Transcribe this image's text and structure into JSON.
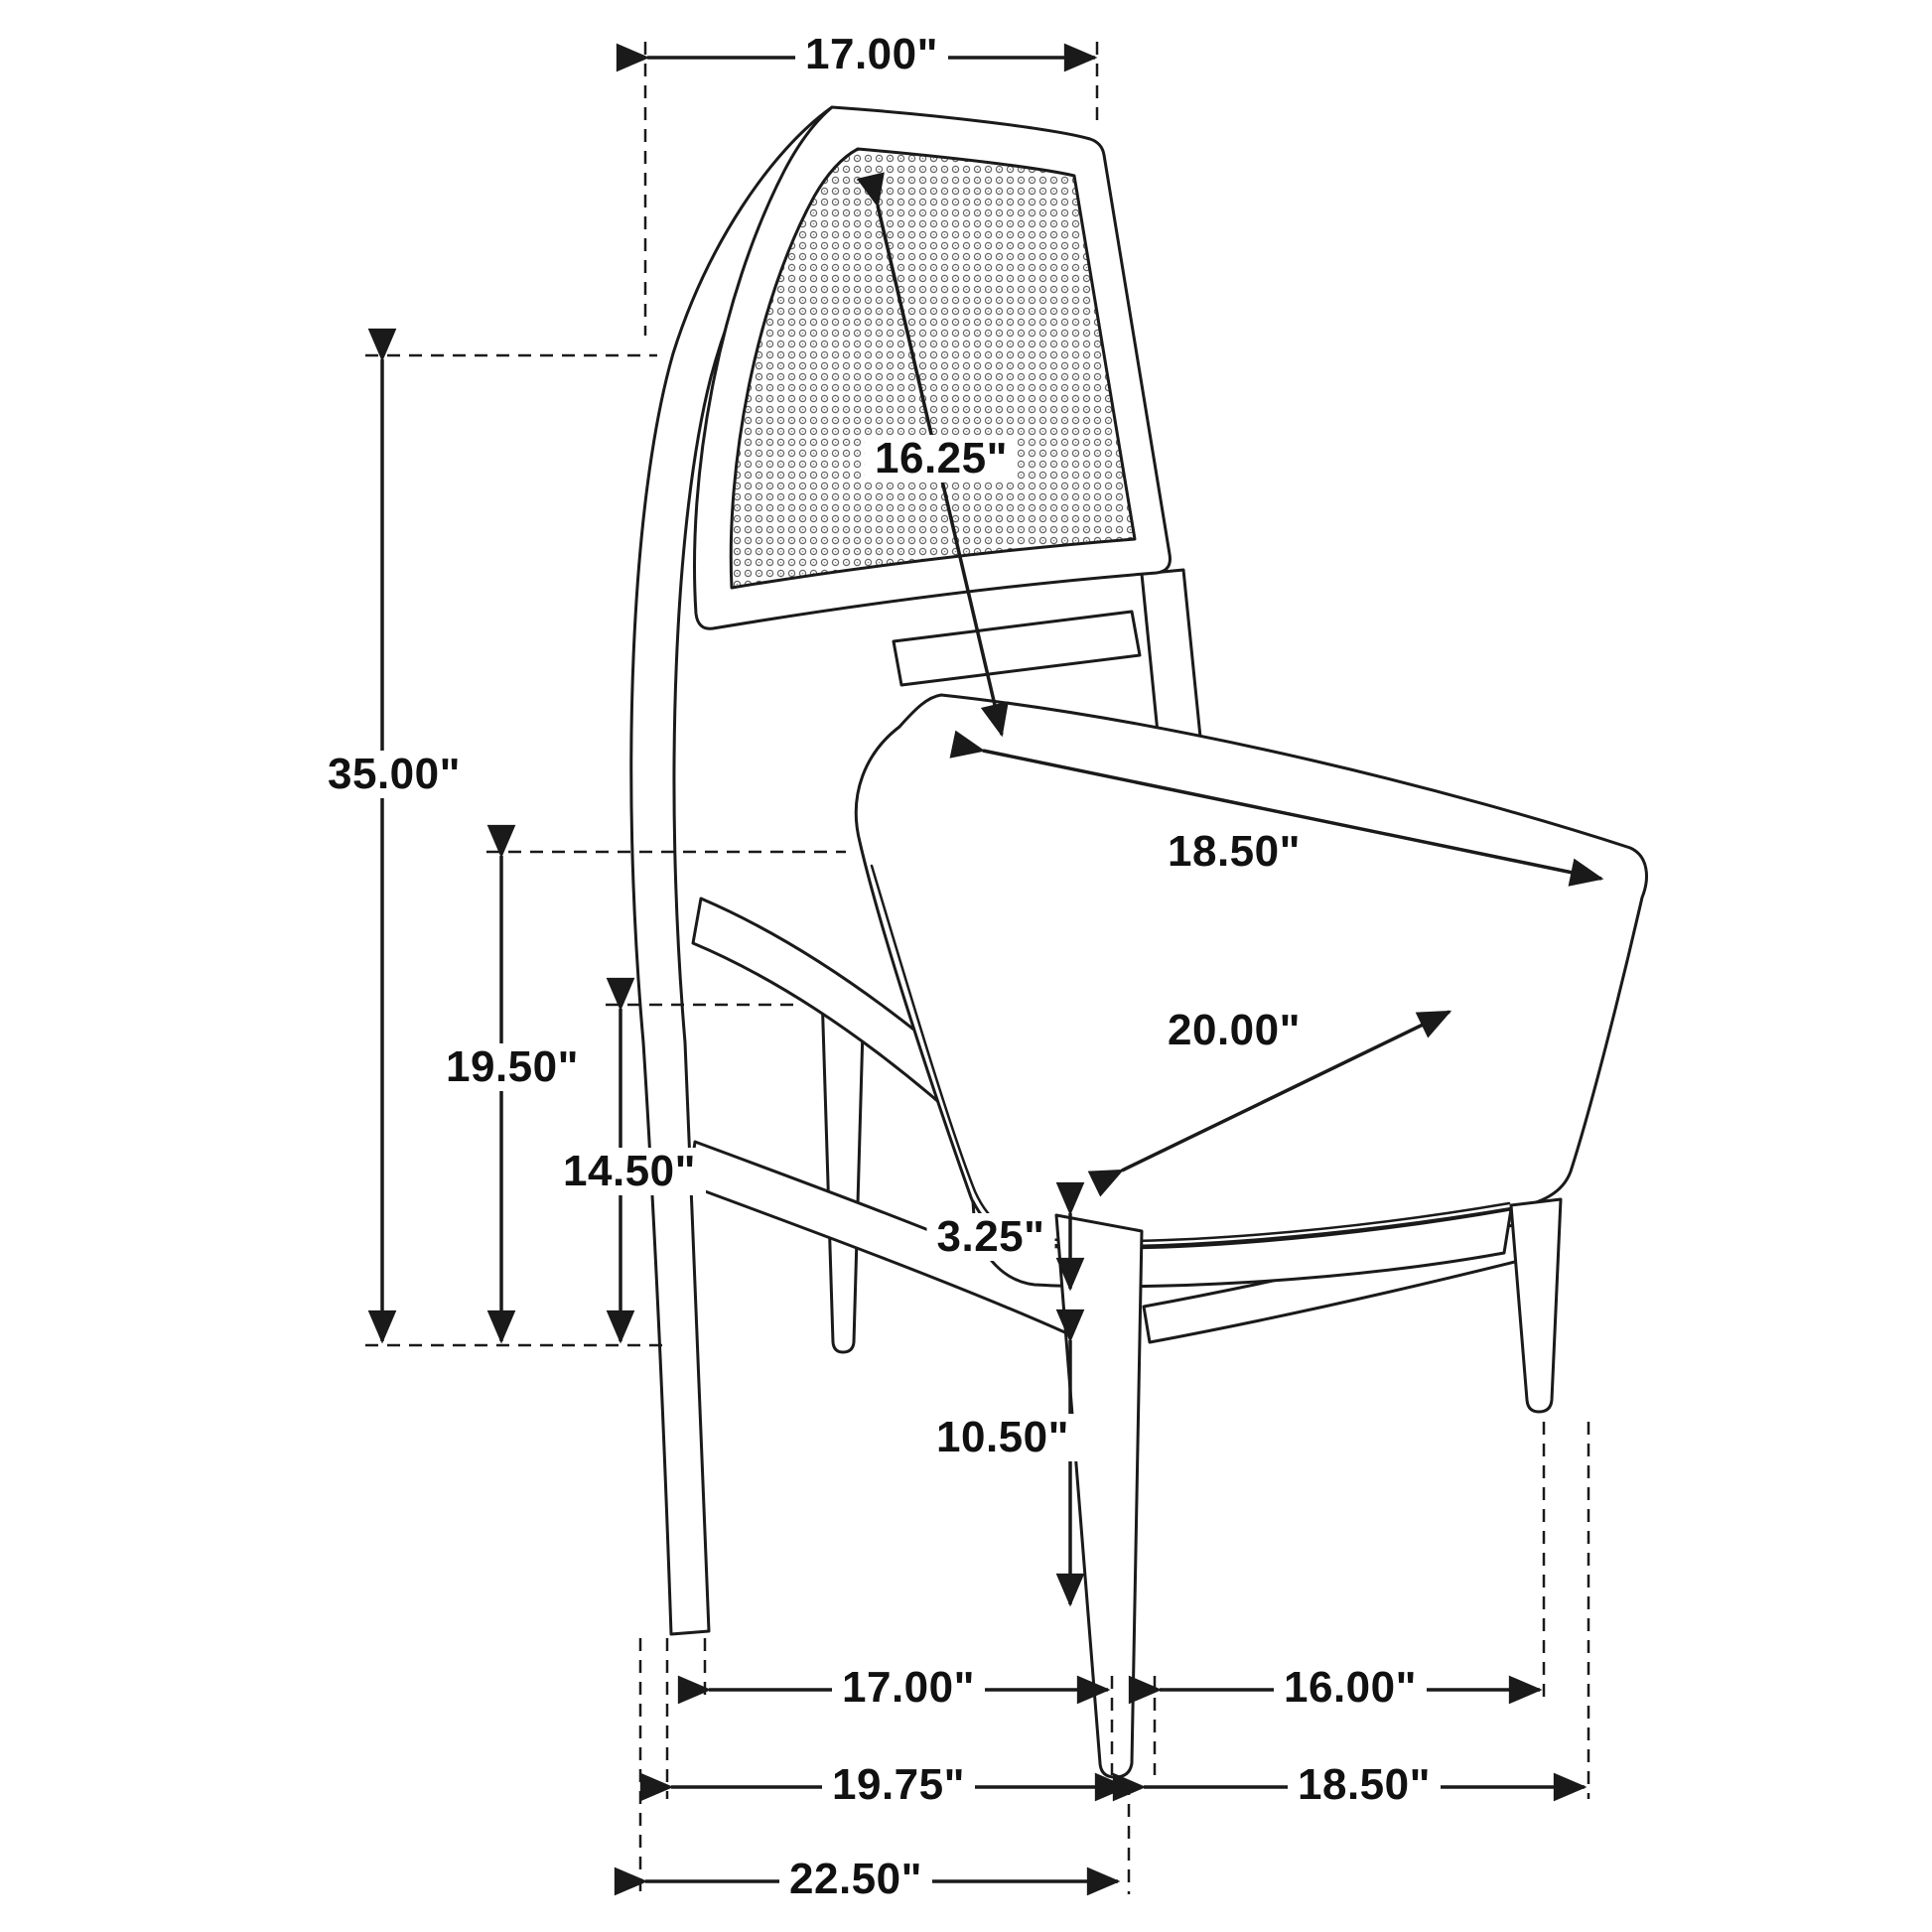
{
  "meta": {
    "type": "furniture-dimension-diagram",
    "subject": "Cane-back upholstered dining side chair, line drawing with measurements"
  },
  "colors": {
    "line": "#1a1a1a",
    "background": "#ffffff",
    "mesh_stroke": "#666666"
  },
  "dimensions": {
    "top_width": "17.00\"",
    "back_panel_diagonal": "16.25\"",
    "overall_height": "35.00\"",
    "seat_height": "19.50\"",
    "apron_height": "14.50\"",
    "stretcher_gap": "3.25\"",
    "stretcher_clearance": "10.50\"",
    "seat_depth": "18.50\"",
    "seat_width": "20.00\"",
    "front_leg_span": "17.00\"",
    "side_leg_span": "16.00\"",
    "base_depth_left": "19.75\"",
    "base_depth_right": "18.50\"",
    "overall_depth": "22.50\""
  }
}
